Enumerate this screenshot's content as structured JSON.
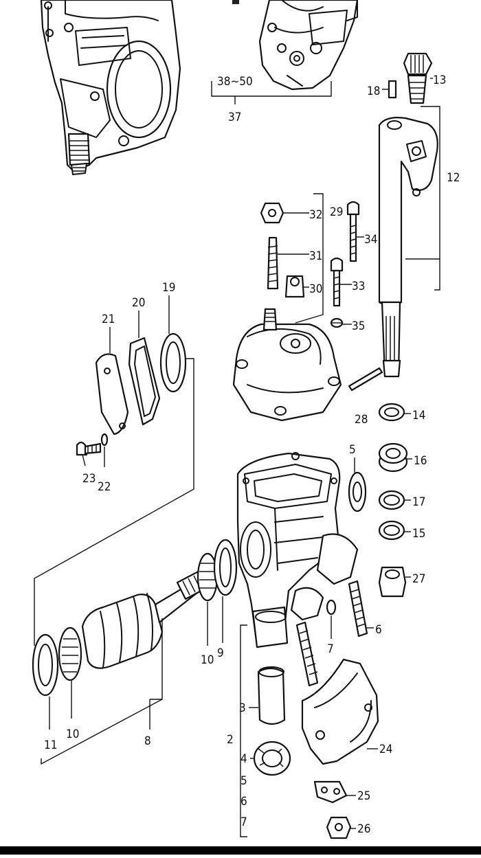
{
  "callouts": [
    {
      "id": "c-38-50",
      "text": "38~50"
    },
    {
      "id": "c-37",
      "text": "37"
    },
    {
      "id": "c-18",
      "text": "18"
    },
    {
      "id": "c-13",
      "text": "13"
    },
    {
      "id": "c-12",
      "text": "12"
    },
    {
      "id": "c-32",
      "text": "32"
    },
    {
      "id": "c-29",
      "text": "29"
    },
    {
      "id": "c-34",
      "text": "34"
    },
    {
      "id": "c-31",
      "text": "31"
    },
    {
      "id": "c-30",
      "text": "30"
    },
    {
      "id": "c-33",
      "text": "33"
    },
    {
      "id": "c-35",
      "text": "35"
    },
    {
      "id": "c-21",
      "text": "21"
    },
    {
      "id": "c-20",
      "text": "20"
    },
    {
      "id": "c-19",
      "text": "19"
    },
    {
      "id": "c-28",
      "text": "28"
    },
    {
      "id": "c-14",
      "text": "14"
    },
    {
      "id": "c-5a",
      "text": "5"
    },
    {
      "id": "c-16",
      "text": "16"
    },
    {
      "id": "c-23",
      "text": "23"
    },
    {
      "id": "c-22",
      "text": "22"
    },
    {
      "id": "c-17",
      "text": "17"
    },
    {
      "id": "c-15",
      "text": "15"
    },
    {
      "id": "c-27",
      "text": "27"
    },
    {
      "id": "c-10a",
      "text": "10"
    },
    {
      "id": "c-9",
      "text": "9"
    },
    {
      "id": "c-6a",
      "text": "6"
    },
    {
      "id": "c-7a",
      "text": "7"
    },
    {
      "id": "c-3",
      "text": "3"
    },
    {
      "id": "c-2",
      "text": "2"
    },
    {
      "id": "c-11",
      "text": "11"
    },
    {
      "id": "c-10b",
      "text": "10"
    },
    {
      "id": "c-8",
      "text": "8"
    },
    {
      "id": "c-24",
      "text": "24"
    },
    {
      "id": "c-4",
      "text": "4"
    },
    {
      "id": "c-5b",
      "text": "5"
    },
    {
      "id": "c-6b",
      "text": "6"
    },
    {
      "id": "c-7b",
      "text": "7"
    },
    {
      "id": "c-25",
      "text": "25"
    },
    {
      "id": "c-26",
      "text": "26"
    }
  ]
}
